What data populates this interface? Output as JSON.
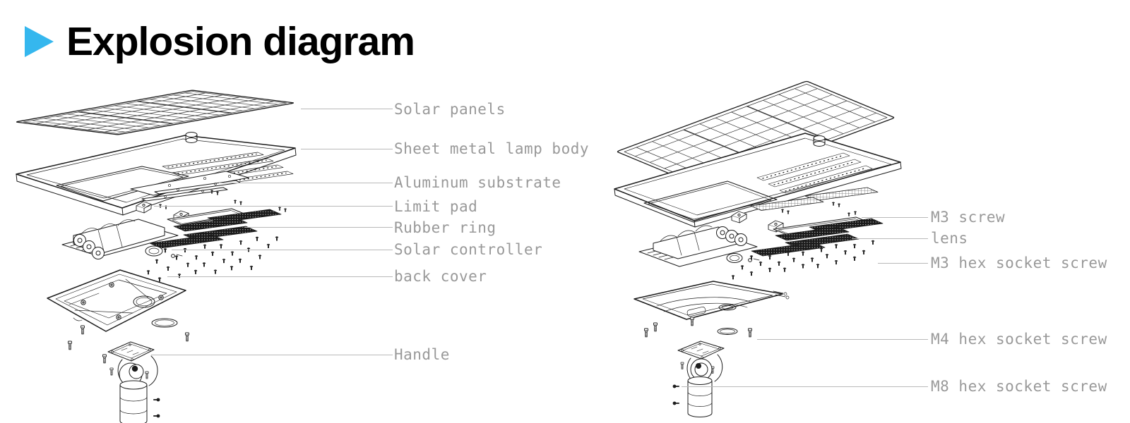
{
  "header": {
    "title": "Explosion diagram",
    "bullet_color": "#35b7ee"
  },
  "left_view": {
    "labels": [
      "Solar panels",
      "Sheet metal lamp body",
      "Aluminum substrate",
      "Limit pad",
      "Rubber ring",
      "Solar controller",
      "back cover",
      "Handle"
    ]
  },
  "right_view": {
    "labels": [
      "M3 screw",
      "lens",
      "M3 hex socket screw",
      "M4 hex socket screw",
      "M8 hex socket screw"
    ]
  },
  "colors": {
    "label_text": "#999999",
    "leader_line": "#b9b9b9",
    "line_art": "#1d1d1d",
    "accent": "#35b7ee",
    "background": "#ffffff"
  }
}
